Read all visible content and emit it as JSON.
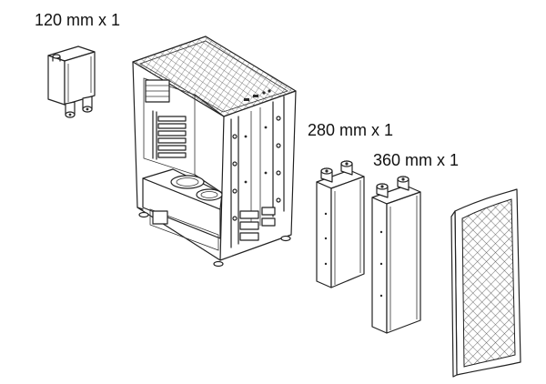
{
  "labels": {
    "radiator_120": "120 mm x 1",
    "radiator_280": "280 mm x 1",
    "radiator_360": "360 mm x 1"
  },
  "colors": {
    "line": "#222222",
    "background": "#ffffff"
  }
}
